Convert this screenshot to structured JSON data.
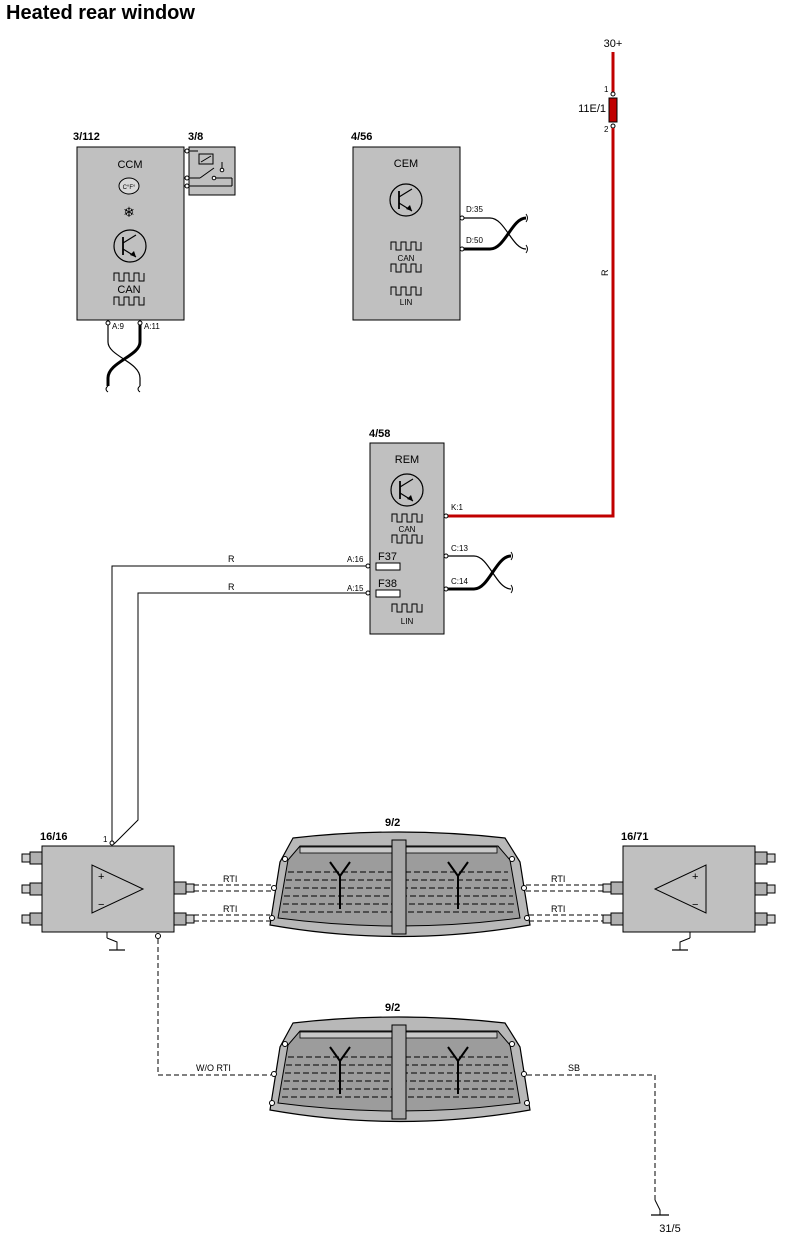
{
  "title": "Heated rear window",
  "modules": {
    "ccm": {
      "ref": "3/112",
      "name": "CCM",
      "can": "CAN",
      "pins": [
        "A:9",
        "A:11"
      ]
    },
    "switch": {
      "ref": "3/8"
    },
    "cem": {
      "ref": "4/56",
      "name": "CEM",
      "can": "CAN",
      "lin": "LIN",
      "pins": [
        "D:35",
        "D:50"
      ]
    },
    "rem": {
      "ref": "4/58",
      "name": "REM",
      "can": "CAN",
      "lin": "LIN",
      "pins": [
        "K:1",
        "A:16",
        "A:15",
        "C:13",
        "C:14"
      ],
      "fuses": [
        "F37",
        "F38"
      ]
    },
    "amp_left": {
      "ref": "16/16",
      "pin": "1"
    },
    "amp_right": {
      "ref": "16/71"
    },
    "window_top": {
      "ref": "9/2"
    },
    "window_bottom": {
      "ref": "9/2"
    }
  },
  "supply": {
    "label": "30+",
    "fuse": "11E/1",
    "pin1": "1",
    "pin2": "2",
    "wire_color": "R"
  },
  "wires": {
    "r1": "R",
    "r2": "R",
    "rti": "RTI",
    "wo_rti": "W/O RTI",
    "sb": "SB"
  },
  "ground": {
    "label": "31/5"
  },
  "colors": {
    "supply_wire": "#c00000",
    "module_fill": "#c0c0c0",
    "wire": "#000000"
  }
}
